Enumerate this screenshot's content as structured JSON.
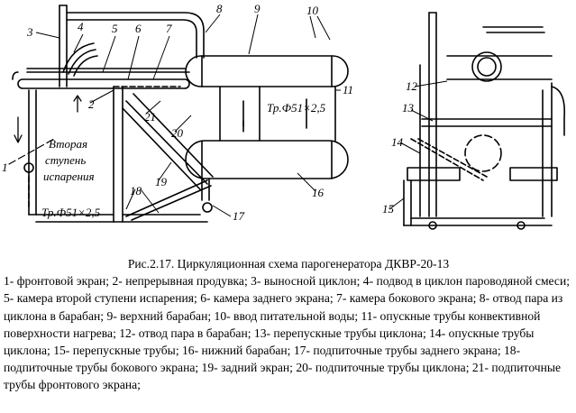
{
  "figure": {
    "labels": {
      "n1": "1",
      "n2": "2",
      "n3": "3",
      "n4": "4",
      "n5": "5",
      "n6": "6",
      "n7": "7",
      "n8": "8",
      "n9": "9",
      "n10": "10",
      "n11": "11",
      "n12": "12",
      "n13": "13",
      "n14": "14",
      "n15": "15",
      "n16": "16",
      "n17": "17",
      "n18": "18",
      "n19": "19",
      "n20": "20",
      "n21": "21"
    },
    "texts": {
      "stage_line1": "Вторая",
      "stage_line2": "ступень",
      "stage_line3": "испарения",
      "pipe_left": "Тр.Ф51×2,5",
      "pipe_right": "Тр.Ф51×2,5"
    }
  },
  "caption": {
    "title": "Рис.2.17. Циркуляционная схема парогенератора ДКВР-20-13",
    "body": "1- фронтовой экран; 2- непрерывная продувка; 3- выносной циклон; 4- подвод в циклон пароводяной смеси; 5- камера второй ступени испарения; 6- камера заднего экрана; 7- камера бокового экрана; 8- отвод пара из циклона в барабан; 9- верхний барабан; 10- ввод питательной воды; 11- опускные трубы конвективной поверхности нагрева; 12- отвод пара в барабан; 13- перепускные трубы циклона; 14- опускные трубы циклона; 15- перепускные трубы; 16- нижний барабан; 17- подпиточные трубы заднего экрана; 18- подпиточные трубы бокового экрана; 19- задний экран; 20- подпиточные трубы циклона; 21- подпиточные трубы фронтового экрана;"
  }
}
